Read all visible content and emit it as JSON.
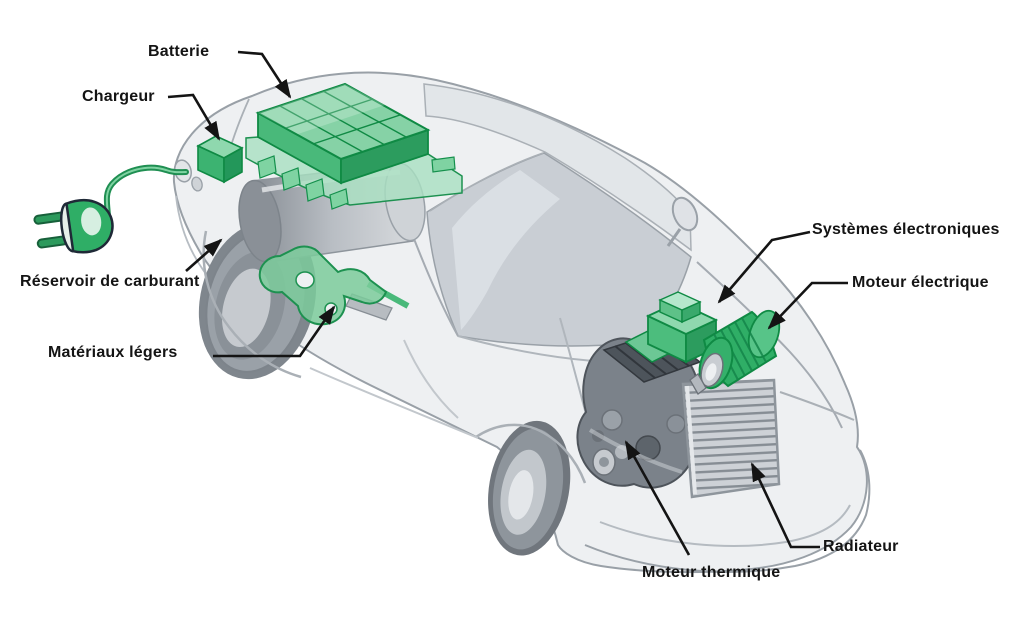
{
  "diagram": {
    "type": "hybrid-car-cutaway-diagram",
    "background": "#ffffff",
    "colors": {
      "highlight_green": "#2fae66",
      "green_dark_outline": "#0f8a44",
      "green_light": "#8fd8ae",
      "car_body": "#eef0f2",
      "car_outline": "#99a0a7",
      "glass": "#c9ced4",
      "metal_dark": "#4d545b",
      "metal_mid": "#7b828a",
      "arrow_black": "#141414"
    }
  },
  "labels": [
    {
      "id": "batterie",
      "text": "Batterie"
    },
    {
      "id": "chargeur",
      "text": "Chargeur"
    },
    {
      "id": "reservoir",
      "text": "Réservoir de carburant"
    },
    {
      "id": "materiaux",
      "text": "Matériaux légers"
    },
    {
      "id": "systemes",
      "text": "Systèmes électroniques"
    },
    {
      "id": "moteur_electrique",
      "text": "Moteur électrique"
    },
    {
      "id": "radiateur",
      "text": "Radiateur"
    },
    {
      "id": "moteur_thermique",
      "text": "Moteur thermique"
    }
  ]
}
